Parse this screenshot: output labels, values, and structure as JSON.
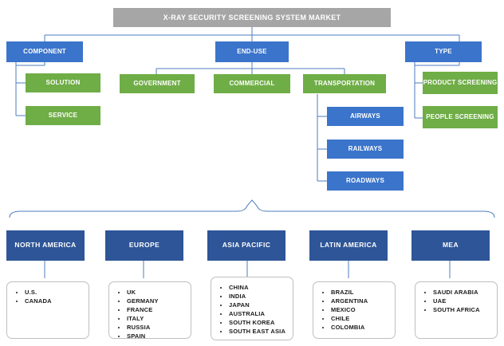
{
  "title": {
    "label": "X-RAY SECURITY SCREENING SYSTEM MARKET"
  },
  "segments": [
    {
      "label": "COMPONENT"
    },
    {
      "label": "END-USE"
    },
    {
      "label": "TYPE"
    }
  ],
  "subsegments": {
    "component": [
      {
        "label": "SOLUTION"
      },
      {
        "label": "SERVICE"
      }
    ],
    "end_use": [
      {
        "label": "GOVERNMENT"
      },
      {
        "label": "COMMERCIAL"
      },
      {
        "label": "TRANSPORTATION"
      }
    ],
    "type": [
      {
        "label": "PRODUCT SCREENING"
      },
      {
        "label": "PEOPLE SCREENING"
      }
    ]
  },
  "transportation_modes": [
    {
      "label": "AIRWAYS"
    },
    {
      "label": "RAILWAYS"
    },
    {
      "label": "ROADWAYS"
    }
  ],
  "regions": [
    {
      "name": "NORTH AMERICA",
      "countries": [
        "U.S.",
        "CANADA"
      ]
    },
    {
      "name": "EUROPE",
      "countries": [
        "UK",
        "GERMANY",
        "FRANCE",
        "ITALY",
        "RUSSIA",
        "SPAIN"
      ]
    },
    {
      "name": "ASIA PACIFIC",
      "countries": [
        "CHINA",
        "INDIA",
        "JAPAN",
        "AUSTRALIA",
        "SOUTH KOREA",
        "SOUTH EAST ASIA"
      ]
    },
    {
      "name": "LATIN AMERICA",
      "countries": [
        "BRAZIL",
        "ARGENTINA",
        "MEXICO",
        "CHILE",
        "COLOMBIA"
      ]
    },
    {
      "name": "MEA",
      "countries": [
        "SAUDI ARABIA",
        "UAE",
        "SOUTH AFRICA"
      ]
    }
  ],
  "colors": {
    "title_bar": "#a6a6a6",
    "segment_blue": "#3b74cb",
    "subsegment_green": "#6fad46",
    "region_blue": "#2e5597",
    "connector": "#4d7ebf"
  }
}
